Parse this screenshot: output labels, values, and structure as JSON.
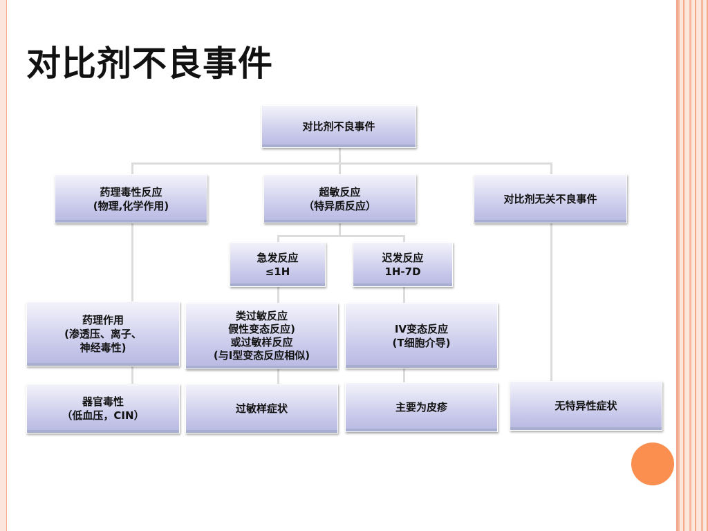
{
  "slide": {
    "title": "对比剂不良事件"
  },
  "nodes": {
    "root": {
      "line1": "对比剂不良事件"
    },
    "pharm": {
      "line1": "药理毒性反应",
      "line2": "(物理,化学作用)"
    },
    "hyper": {
      "line1": "超敏反应",
      "line2": "（特异质反应）"
    },
    "none": {
      "line1": "对比剂无关不良事件"
    },
    "acute": {
      "line1": "急发反应",
      "line2": "≤1H"
    },
    "delayed": {
      "line1": "迟发反应",
      "line2": "1H-7D"
    },
    "pharm_action": {
      "line1": "药理作用",
      "line2": "(渗透压、离子、",
      "line3": "神经毒性)"
    },
    "anaphylactoid": {
      "line1": "类过敏反应",
      "line2": "假性变态反应)",
      "line3": "或过敏样反应",
      "line4": "(与I型变态反应相似)"
    },
    "type_iv": {
      "line1": "IV变态反应",
      "line2": "(T细胞介导)"
    },
    "organ": {
      "line1": "器官毒性",
      "line2": "（低血压，CIN）"
    },
    "allergy_like": {
      "line1": "过敏样症状"
    },
    "rash": {
      "line1": "主要为皮疹"
    },
    "nonspecific": {
      "line1": "无特异性症状"
    }
  },
  "colors": {
    "box_top": "#f3f3fb",
    "box_bottom": "#b8b9e2",
    "connector": "#dcdcdc",
    "accent_circle": "#fa8f4f",
    "frame": "#f6b79c"
  }
}
